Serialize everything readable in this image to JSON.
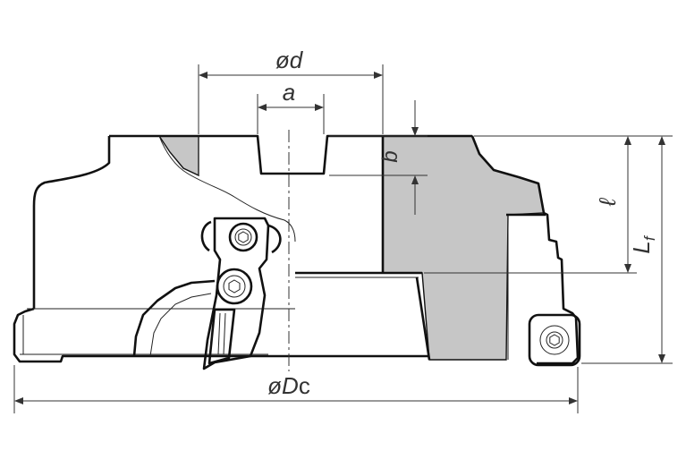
{
  "diagram": {
    "labels": {
      "bore_diameter": "ød",
      "keyway_width": "a",
      "keyway_depth": "b",
      "bore_length": "ℓ",
      "overall_length_main": "L",
      "overall_length_sub": "f",
      "cutting_diameter_main": "øD",
      "cutting_diameter_sub": "c"
    },
    "colors": {
      "section_fill": "#c6c6c6",
      "outline": "#111111"
    }
  }
}
